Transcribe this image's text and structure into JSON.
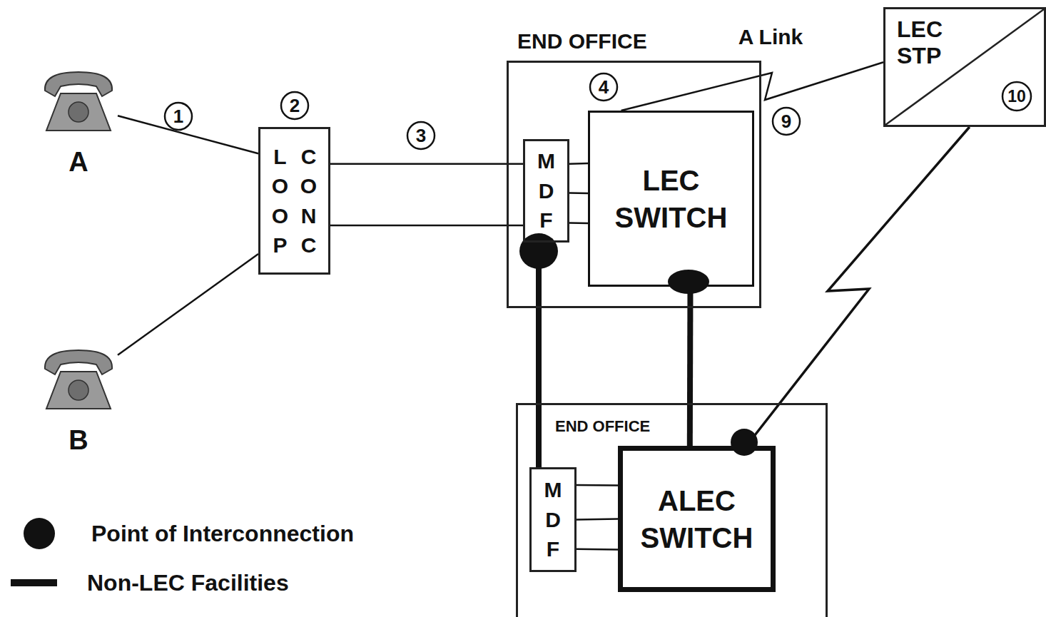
{
  "diagram": {
    "nodes": [
      {
        "text": [
          "A"
        ]
      },
      {
        "text": [
          "LOOP",
          "CONC"
        ]
      },
      {
        "text": [
          "END OFFICE"
        ]
      },
      {
        "text": [
          "MDF"
        ],
        "in": 2
      },
      {
        "text": [
          "LEC SWITCH"
        ],
        "in": 2
      },
      {
        "text": [
          "LEC STP"
        ]
      },
      {
        "text": [
          "B"
        ]
      },
      {
        "text": [
          "END OFFICE"
        ]
      },
      {
        "text": [
          "MDF"
        ],
        "in": 7
      },
      {
        "text": [
          "ALEC SWITCH"
        ],
        "in": 7
      }
    ],
    "edges": [
      {
        "from": 0,
        "to": 1,
        "arrow": "none"
      },
      {
        "from": 6,
        "to": 1,
        "arrow": "none"
      },
      {
        "from": 1,
        "to": 3,
        "arrow": "none"
      },
      {
        "from": 1,
        "to": 3,
        "arrow": "none"
      },
      {
        "from": 3,
        "to": 4,
        "arrow": "none"
      },
      {
        "from": 3,
        "to": 4,
        "arrow": "none"
      },
      {
        "from": 3,
        "to": 4,
        "arrow": "none"
      },
      {
        "from": 4,
        "to": 5,
        "label": "A Link",
        "arrow": "none"
      },
      {
        "from": 3,
        "to": 8,
        "arrow": "none"
      },
      {
        "from": 4,
        "to": 9,
        "arrow": "none"
      },
      {
        "from": 5,
        "to": 9,
        "arrow": "none"
      },
      {
        "from": 8,
        "to": 9,
        "arrow": "none"
      },
      {
        "from": 8,
        "to": 9,
        "arrow": "none"
      },
      {
        "from": 8,
        "to": 9,
        "arrow": "none"
      }
    ],
    "labels": [
      "1",
      "2",
      "3",
      "4",
      "9",
      "10"
    ],
    "legend": [
      {
        "text": "Point of Interconnection"
      },
      {
        "text": "Non-LEC Facilities"
      }
    ]
  }
}
